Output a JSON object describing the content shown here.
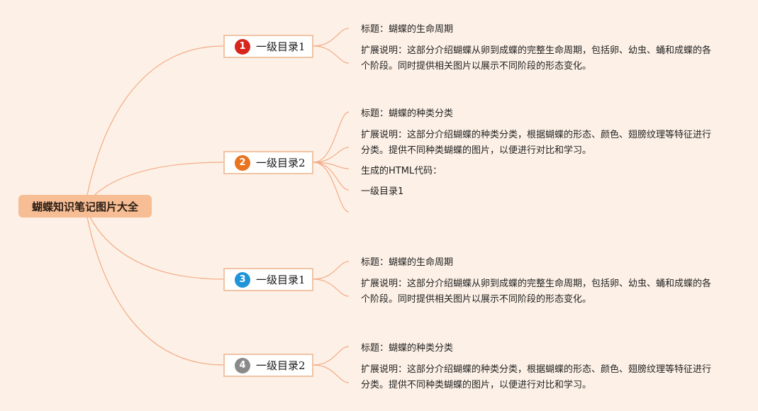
{
  "root": {
    "label": "蝴蝶知识笔记图片大全"
  },
  "colors": {
    "link": "#f3ab86",
    "background": "#fdf1e7",
    "root_fill": "#f7bd94",
    "branch_border": "#f0c4a4"
  },
  "branches": [
    {
      "badge": "1",
      "badge_color": "#d9261c",
      "label": "一级目录1",
      "leaves": [
        "标题：蝴蝶的生命周期",
        "扩展说明：这部分介绍蝴蝶从卵到成蝶的完整生命周期，包括卵、幼虫、蛹和成蝶的各个阶段。同时提供相关图片以展示不同阶段的形态变化。"
      ]
    },
    {
      "badge": "2",
      "badge_color": "#e9731f",
      "label": "一级目录2",
      "leaves": [
        "标题：蝴蝶的种类分类",
        "扩展说明：这部分介绍蝴蝶的种类分类，根据蝴蝶的形态、颜色、翅膀纹理等特征进行分类。提供不同种类蝴蝶的图片，以便进行对比和学习。",
        "生成的HTML代码：",
        "一级目录1",
        ""
      ]
    },
    {
      "badge": "3",
      "badge_color": "#1f94d8",
      "label": "一级目录1",
      "leaves": [
        "标题：蝴蝶的生命周期",
        "扩展说明：这部分介绍蝴蝶从卵到成蝶的完整生命周期，包括卵、幼虫、蛹和成蝶的各个阶段。同时提供相关图片以展示不同阶段的形态变化。"
      ]
    },
    {
      "badge": "4",
      "badge_color": "#8a8a8a",
      "label": "一级目录2",
      "leaves": [
        "标题：蝴蝶的种类分类",
        "扩展说明：这部分介绍蝴蝶的种类分类，根据蝴蝶的形态、颜色、翅膀纹理等特征进行分类。提供不同种类蝴蝶的图片，以便进行对比和学习。"
      ]
    }
  ]
}
